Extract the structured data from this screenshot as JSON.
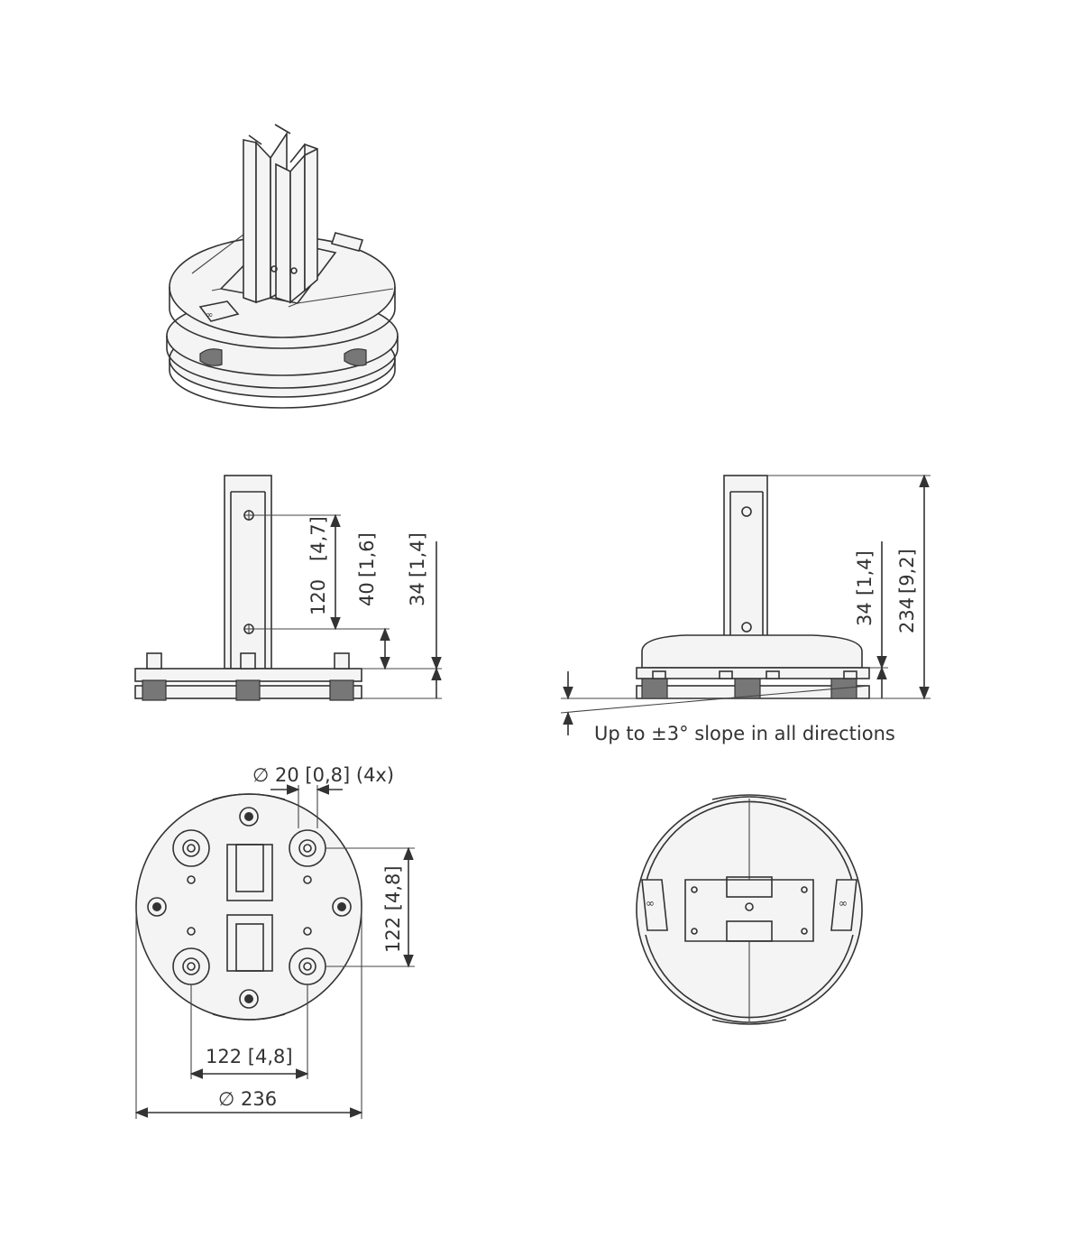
{
  "dimensions": {
    "front_hole_spacing": "120",
    "front_hole_spacing_inch": "4,7",
    "front_hole_offset": "40",
    "front_hole_offset_inch": "1,6",
    "front_base_height": "34",
    "front_base_height_inch": "1,4",
    "side_base_height": "34",
    "side_base_height_inch": "1,4",
    "side_total_height": "234",
    "side_total_height_inch": "9,2",
    "hole_diameter_symbol": "∅",
    "hole_diameter": "20",
    "hole_diameter_inch": "0,8",
    "hole_count": "(4x)",
    "bolt_spacing_vertical": "122",
    "bolt_spacing_vertical_inch": "4,8",
    "bolt_spacing_horizontal": "122",
    "bolt_spacing_horizontal_inch": "4,8",
    "base_diameter_symbol": "∅",
    "base_diameter": "236"
  },
  "notes": {
    "slope": "Up to ±3° slope in all directions"
  },
  "colors": {
    "line": "#333333",
    "background": "#ffffff"
  }
}
